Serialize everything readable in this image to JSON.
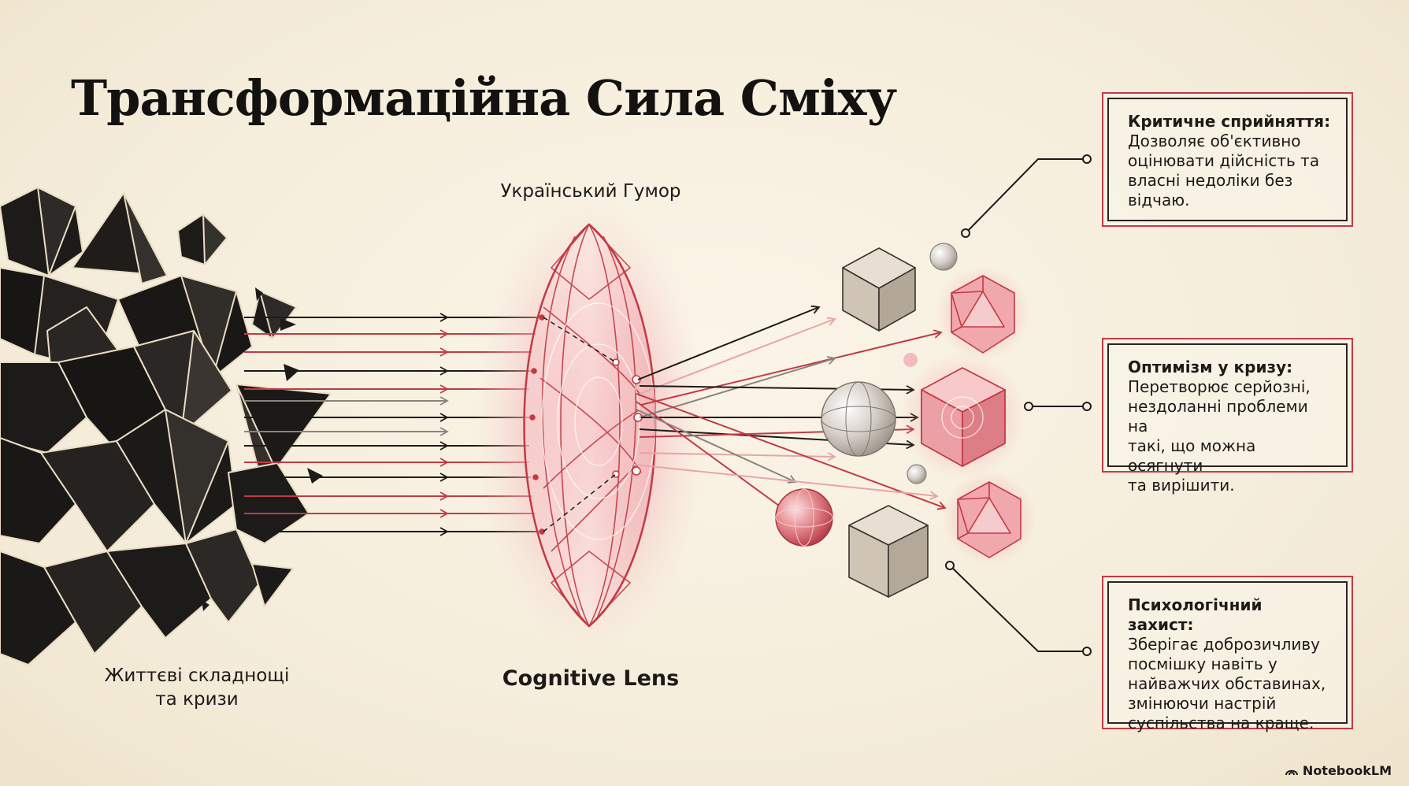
{
  "title": "Трансформаційна Сила Сміху",
  "labels": {
    "humor": "Український Гумор",
    "lens": "Cognitive Lens",
    "crisis_line1": "Життєві складнощі",
    "crisis_line2": "та кризи"
  },
  "cards": [
    {
      "title": "Критичне сприйняття:",
      "lines": [
        "Дозволяє об'єктивно",
        "оцінювати дійсність та",
        "власні недоліки без",
        "відчаю."
      ]
    },
    {
      "title": "Оптимізм у кризу:",
      "lines": [
        "Перетворює серйозні,",
        "нездоланні проблеми на",
        "такі, що можна осягнути",
        "та вирішити."
      ]
    },
    {
      "title": "Психологічний захист:",
      "lines": [
        "Зберігає доброзичливу",
        "посмішку навіть у",
        "найважчих обставинах,",
        "змінюючи настрій",
        "суспільства на краще."
      ]
    }
  ],
  "brand": "NotebookLM",
  "colors": {
    "accent": "#c23a44",
    "dark": "#1d1a18",
    "background": "#f6efdf"
  },
  "icons": [
    "dark-polyhedra-shards",
    "red-crystal-lens-icon",
    "cube-icon",
    "icosahedron-icon",
    "sphere-icon",
    "notebooklm-logo-icon"
  ]
}
